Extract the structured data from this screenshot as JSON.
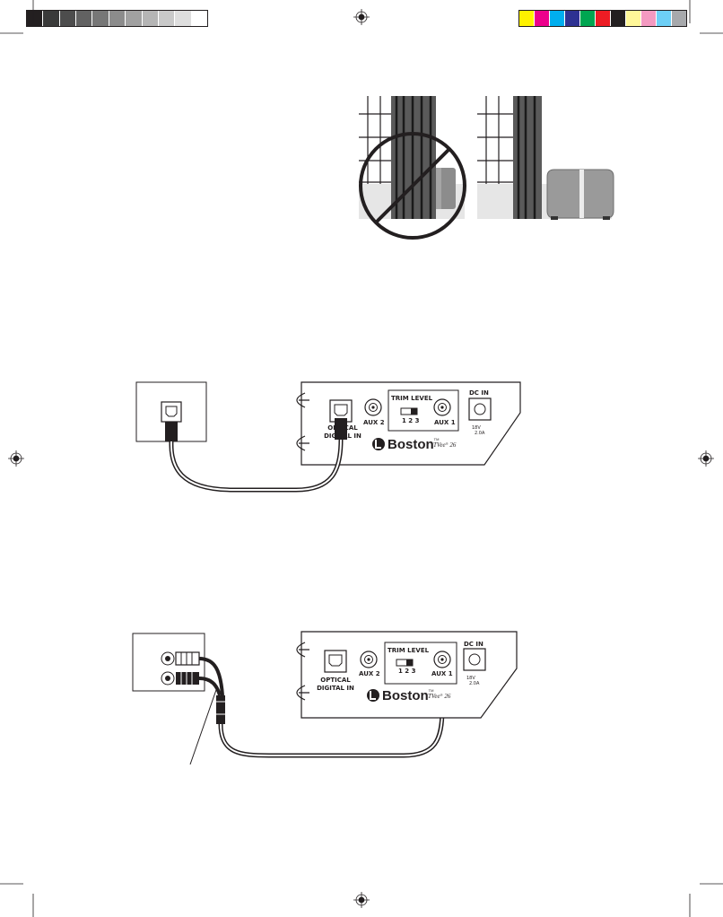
{
  "color_bar": {
    "grays": [
      "#231f20",
      "#3a3a3a",
      "#4d4d4d",
      "#626262",
      "#777777",
      "#8c8c8c",
      "#a1a1a1",
      "#b5b5b5",
      "#c9c9c9",
      "#dedede",
      "#ffffff"
    ],
    "colors": [
      "#fff200",
      "#ec008c",
      "#00aeef",
      "#2e3192",
      "#00a651",
      "#ed1c24",
      "#231f20",
      "#fff799",
      "#f49ac1",
      "#6dcff6",
      "#a7a9ac"
    ]
  },
  "diagram_optical": {
    "trim_level_label": "TRIM LEVEL",
    "trim_positions": "1 2 3",
    "aux2_label": "AUX 2",
    "aux1_label": "AUX 1",
    "dc_in_label": "DC IN",
    "dc_spec_line1": "18V",
    "dc_spec_line2": "2.0A",
    "optical_label_line1": "OPTICAL",
    "optical_label_line2": "DIGITAL IN",
    "brand": "Boston",
    "model": "TVee",
    "model_suffix": "26"
  },
  "diagram_analog": {
    "trim_level_label": "TRIM LEVEL",
    "trim_positions": "1 2 3",
    "aux2_label": "AUX 2",
    "aux1_label": "AUX 1",
    "dc_in_label": "DC IN",
    "dc_spec_line1": "18V",
    "dc_spec_line2": "2.0A",
    "optical_label_line1": "OPTICAL",
    "optical_label_line2": "DIGITAL IN",
    "brand": "Boston",
    "model": "TVee",
    "model_suffix": "26"
  }
}
